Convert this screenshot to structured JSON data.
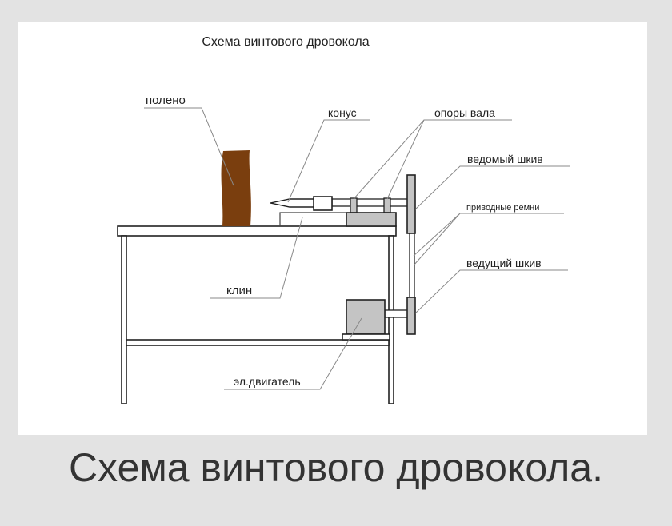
{
  "diagram": {
    "title": "Схема винтового дровокола",
    "labels": {
      "log": "полено",
      "cone": "конус",
      "shaft_supports": "опоры вала",
      "driven_pulley": "ведомый шкив",
      "drive_belts": "приводные ремни",
      "drive_pulley": "ведущий шкив",
      "wedge": "клин",
      "motor": "эл.двигатель"
    },
    "colors": {
      "log": "#7a3e0e",
      "parts": "#c4c4c4",
      "outline": "#222222",
      "leader": "#888888"
    }
  },
  "caption": "Схема винтового дровокола."
}
